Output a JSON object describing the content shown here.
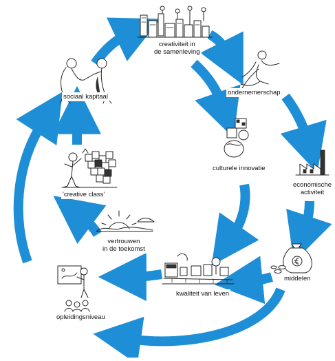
{
  "colors": {
    "arrow": "#1e8fd6",
    "ink": "#222222",
    "label_text": "#111111",
    "background": "#ffffff"
  },
  "nodes": {
    "creativiteit": {
      "line1": "creativiteit in",
      "line2": "de samenleving",
      "icon": "city-skyline-icon"
    },
    "ondernemerschap": {
      "label": "ondernemerschap",
      "icon": "running-figure-icon"
    },
    "culturele_innovatie": {
      "label": "culturele innovatie",
      "icon": "stacked-blocks-icon"
    },
    "economische_activiteit": {
      "line1": "economische",
      "line2": "activiteit",
      "icon": "factory-icon"
    },
    "middelen": {
      "label": "middelen",
      "icon": "money-bag-icon"
    },
    "kwaliteit_van_leven": {
      "label": "kwaliteit van leven",
      "icon": "town-landscape-icon"
    },
    "vertrouwen": {
      "line1": "vertrouwen",
      "line2": "in de toekomst",
      "icon": "sunrise-icon"
    },
    "creative_class": {
      "label": "'creative class'",
      "icon": "cube-cluster-icon"
    },
    "opleidingsniveau": {
      "label": "opleidingsniveau",
      "icon": "teacher-board-icon"
    },
    "sociaal_kapitaal": {
      "label": "sociaal kapitaal",
      "icon": "two-people-icon"
    }
  }
}
